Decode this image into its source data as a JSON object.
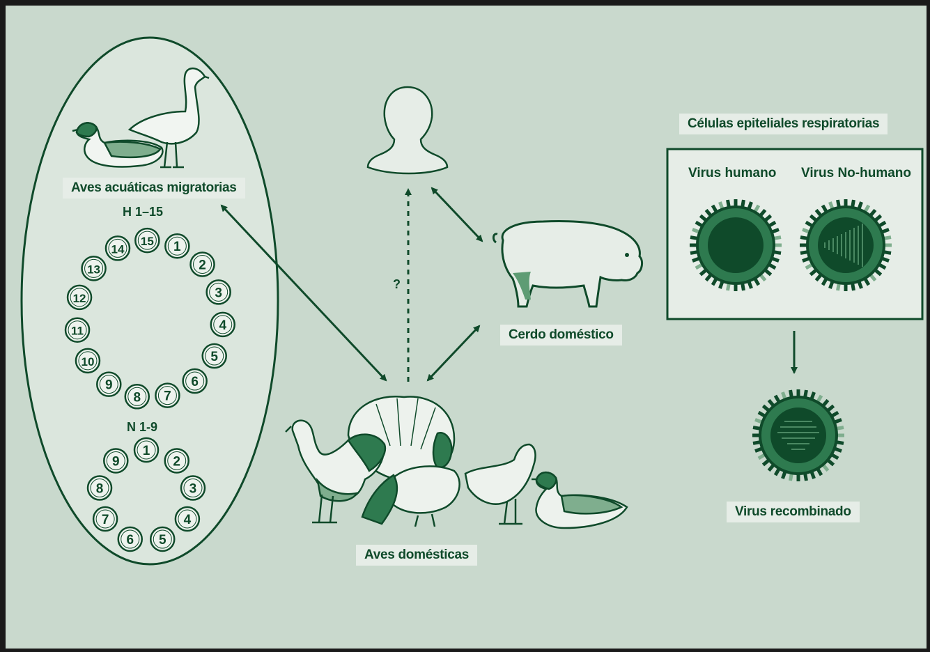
{
  "labels": {
    "migratory_birds": "Aves acuáticas migratorias",
    "h_range": "H 1–15",
    "n_range": "N 1-9",
    "human_unknown": "?",
    "pig": "Cerdo doméstico",
    "poultry": "Aves domésticas",
    "cells_title": "Células epiteliales respiratorias",
    "human_virus": "Virus humano",
    "nonhuman_virus": "Virus No-humano",
    "recombined_virus": "Virus recombinado"
  },
  "hemagglutinins": [
    "1",
    "2",
    "3",
    "4",
    "5",
    "6",
    "7",
    "8",
    "9",
    "10",
    "11",
    "12",
    "13",
    "14",
    "15"
  ],
  "neuraminidases": [
    "1",
    "2",
    "3",
    "4",
    "5",
    "6",
    "7",
    "8",
    "9"
  ],
  "colors": {
    "background": "#c9d9cd",
    "dark_green": "#0f4a2a",
    "mid_green": "#2e7a4f",
    "light_fill": "#e6ede7",
    "border": "#1a1a1a"
  }
}
